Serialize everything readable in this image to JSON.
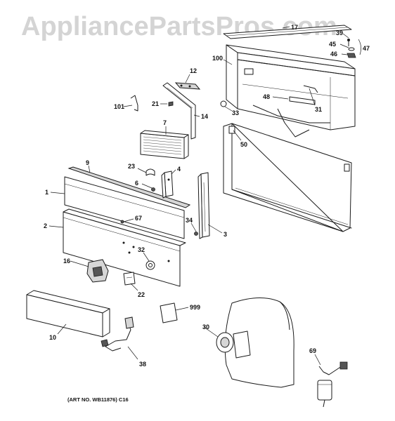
{
  "watermark": "AppliancePartsPros.com",
  "art_number": "(ART NO. WB11876) C16",
  "callouts": {
    "p17": "17",
    "p39": "39",
    "p45": "45",
    "p46": "46",
    "p47": "47",
    "p100": "100",
    "p12": "12",
    "p101": "101",
    "p21": "21",
    "p14": "14",
    "p48": "48",
    "p31": "31",
    "p33": "33",
    "p7": "7",
    "p50": "50",
    "p9": "9",
    "p23": "23",
    "p4": "4",
    "p6": "6",
    "p1": "1",
    "p67": "67",
    "p2": "2",
    "p34": "34",
    "p3": "3",
    "p32": "32",
    "p16": "16",
    "p22": "22",
    "p999": "999",
    "p30": "30",
    "p10": "10",
    "p38": "38",
    "p69": "69"
  }
}
